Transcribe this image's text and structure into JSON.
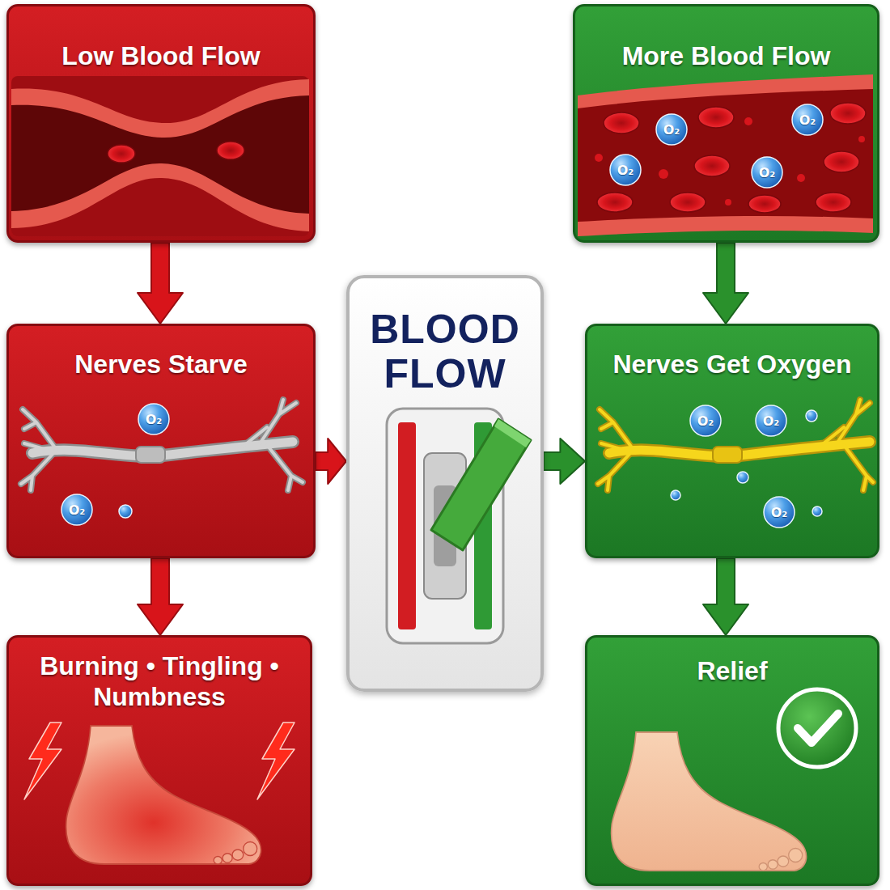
{
  "diagram": {
    "nodes": [
      {
        "text": [
          "Low Blood Flow"
        ]
      },
      {
        "text": [
          "More Blood Flow"
        ]
      },
      {
        "text": [
          "Nerves Starve"
        ]
      },
      {
        "text": [
          "BLOOD FLOW"
        ]
      },
      {
        "text": [
          "Nerves Get Oxygen"
        ]
      },
      {
        "text": [
          "Burning • Tingling • Numbness"
        ]
      },
      {
        "text": [
          "Relief"
        ]
      }
    ],
    "edges": [
      {
        "from": 0,
        "to": 2,
        "arrow": "to"
      },
      {
        "from": 1,
        "to": 4,
        "arrow": "to"
      },
      {
        "from": 2,
        "to": 3,
        "arrow": "to"
      },
      {
        "from": 3,
        "to": 4,
        "arrow": "to"
      },
      {
        "from": 2,
        "to": 5,
        "arrow": "to"
      },
      {
        "from": 4,
        "to": 6,
        "arrow": "to"
      }
    ],
    "labels": [
      "O₂",
      "O₂",
      "O₂",
      "O₂",
      "O₂",
      "O₂",
      "O₂",
      "O₂",
      "O₂"
    ]
  }
}
